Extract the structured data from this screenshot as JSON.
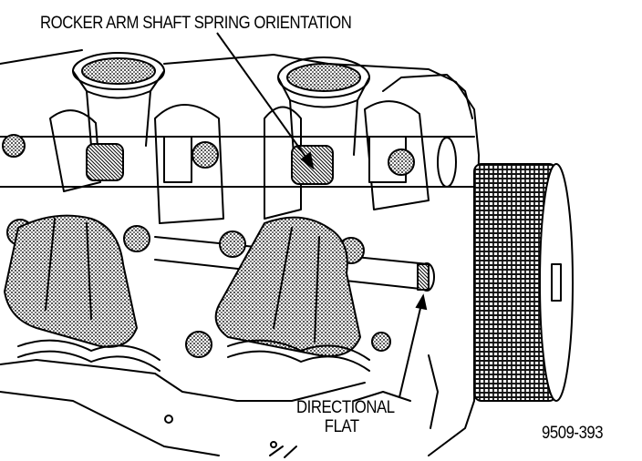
{
  "figure": {
    "callouts": {
      "shaft_spring": "ROCKER ARM SHAFT SPRING ORIENTATION",
      "directional_flat_line1": "DIRECTIONAL",
      "directional_flat_line2": "FLAT"
    },
    "figure_number": "9509-393"
  },
  "colors": {
    "ink": "#000000",
    "paper": "#ffffff",
    "stipple": "#4a4a4a"
  }
}
